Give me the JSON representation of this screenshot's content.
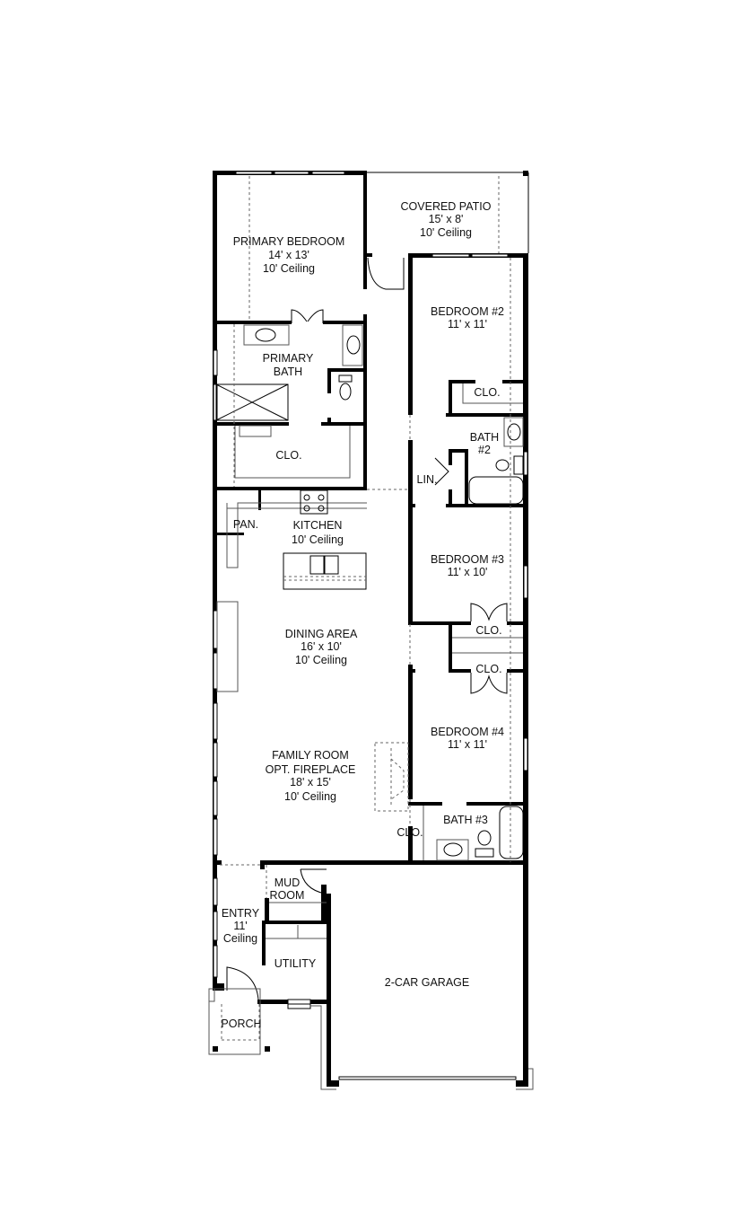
{
  "plan": {
    "rooms": {
      "primary_bedroom": {
        "name": "PRIMARY BEDROOM",
        "size": "14' x 13'",
        "ceiling": "10' Ceiling"
      },
      "covered_patio": {
        "name": "COVERED PATIO",
        "size": "15' x 8'",
        "ceiling": "10' Ceiling"
      },
      "bedroom2": {
        "name": "BEDROOM #2",
        "size": "11' x 11'"
      },
      "primary_bath": {
        "line1": "PRIMARY",
        "line2": "BATH"
      },
      "primary_closet": {
        "name": "CLO."
      },
      "bedroom2_closet": {
        "name": "CLO."
      },
      "bath2": {
        "line1": "BATH",
        "line2": "#2"
      },
      "linen": {
        "name": "LIN."
      },
      "pantry": {
        "name": "PAN."
      },
      "kitchen": {
        "name": "KITCHEN",
        "ceiling": "10' Ceiling"
      },
      "bedroom3": {
        "name": "BEDROOM #3",
        "size": "11' x 10'"
      },
      "bedroom3_closet": {
        "name": "CLO."
      },
      "dining": {
        "name": "DINING AREA",
        "size": "16' x 10'",
        "ceiling": "10' Ceiling"
      },
      "bedroom4_closet": {
        "name": "CLO."
      },
      "bedroom4": {
        "name": "BEDROOM #4",
        "size": "11' x 11'"
      },
      "family": {
        "name": "FAMILY ROOM",
        "note": "OPT. FIREPLACE",
        "size": "18' x 15'",
        "ceiling": "10' Ceiling"
      },
      "hall_closet": {
        "name": "CLO."
      },
      "bath3": {
        "name": "BATH #3"
      },
      "mud_room": {
        "line1": "MUD",
        "line2": "ROOM"
      },
      "entry": {
        "name": "ENTRY",
        "height": "11'",
        "ceiling": "Ceiling"
      },
      "utility": {
        "name": "UTILITY"
      },
      "garage": {
        "name": "2-CAR GARAGE"
      },
      "porch": {
        "name": "PORCH"
      }
    }
  }
}
